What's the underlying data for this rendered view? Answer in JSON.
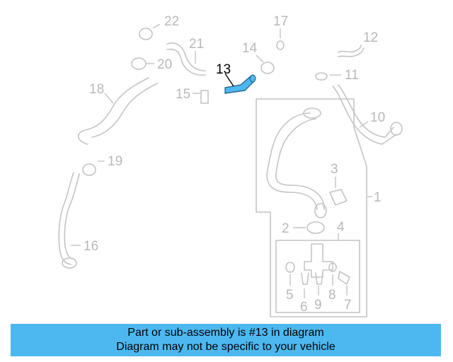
{
  "diagram": {
    "callouts": [
      {
        "id": "1",
        "label": "1"
      },
      {
        "id": "2",
        "label": "2"
      },
      {
        "id": "3",
        "label": "3"
      },
      {
        "id": "4",
        "label": "4"
      },
      {
        "id": "5",
        "label": "5"
      },
      {
        "id": "6",
        "label": "6"
      },
      {
        "id": "7",
        "label": "7"
      },
      {
        "id": "8",
        "label": "8"
      },
      {
        "id": "9",
        "label": "9"
      },
      {
        "id": "10",
        "label": "10"
      },
      {
        "id": "11",
        "label": "11"
      },
      {
        "id": "12",
        "label": "12"
      },
      {
        "id": "13",
        "label": "13",
        "highlight": true
      },
      {
        "id": "14",
        "label": "14"
      },
      {
        "id": "15",
        "label": "15"
      },
      {
        "id": "16",
        "label": "16"
      },
      {
        "id": "17",
        "label": "17"
      },
      {
        "id": "18",
        "label": "18"
      },
      {
        "id": "19",
        "label": "19"
      },
      {
        "id": "20",
        "label": "20"
      },
      {
        "id": "21",
        "label": "21"
      },
      {
        "id": "22",
        "label": "22"
      }
    ],
    "highlight_color": "#4db8f0",
    "line_color": "#c4c4c4"
  },
  "banner": {
    "line1": "Part or sub-assembly is #13 in diagram",
    "line2": "Diagram may not be specific to your vehicle",
    "color": "#4db8f0"
  }
}
